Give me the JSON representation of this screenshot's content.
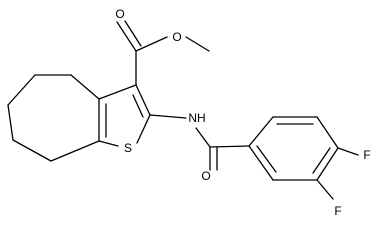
{
  "molecule": {
    "atoms": {
      "o_carbonyl_ester": "O",
      "o_methoxy": "O",
      "nh": "NH",
      "s_thiophene": "S",
      "o_amide": "O",
      "f_para": "F",
      "f_meta": "F"
    },
    "colors": {
      "bond": "#000000",
      "label": "#000000",
      "background": "#ffffff"
    }
  }
}
